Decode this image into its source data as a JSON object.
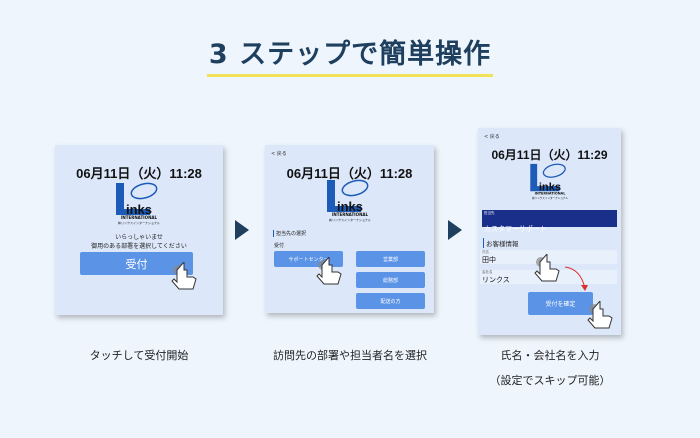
{
  "title": "3 ステップで簡単操作",
  "colors": {
    "accent": "#5b93e6",
    "navy": "#1f3f5f",
    "underline": "#f2e25a",
    "panel": "#dce8fa",
    "selected_dept": "#1a2f8a"
  },
  "logo": {
    "name": "Links",
    "sub1": "INTERNATIONAL",
    "sub2": "㈱リンクスインターナショナル"
  },
  "step1": {
    "clock": "06月11日（火）11:28",
    "welcome1": "いらっしゃいませ",
    "welcome2": "御用のある部署を選択してください",
    "button": "受付",
    "caption": "タッチして受付開始"
  },
  "step2": {
    "back": "< 戻る",
    "clock": "06月11日（火）11:28",
    "section": "担当先の選択",
    "group": "受付",
    "buttons": [
      "サポートセンター",
      "営業部",
      "総務部",
      "配送の方"
    ],
    "caption": "訪問先の部署や担当者名を選択"
  },
  "step3": {
    "back": "< 戻る",
    "clock": "06月11日（火）11:29",
    "dept_label": "担当先",
    "dept_value": "カスタマーサポート",
    "section": "お客様情報",
    "name_label": "氏名",
    "name_value": "田中",
    "company_label": "会社名",
    "company_value": "リンクス",
    "button": "受付を確定",
    "caption1": "氏名・会社名を入力",
    "caption2": "（設定でスキップ可能）"
  }
}
